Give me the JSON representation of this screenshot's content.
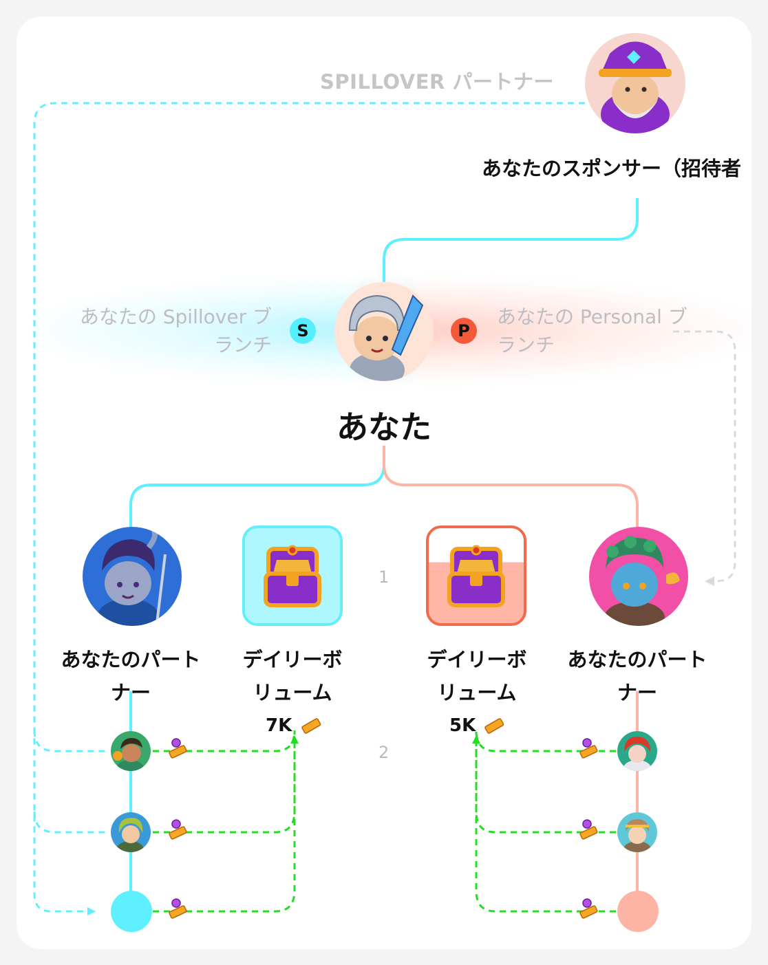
{
  "labels": {
    "spillover_partner": "SPILLOVER パートナー",
    "sponsor": "あなたのスポンサー（招待者",
    "you": "あなた",
    "spillover_branch_line1": "あなたの Spillover ブ",
    "spillover_branch_line2": "ランチ",
    "personal_branch_line1": "あなたの Personal ブ",
    "personal_branch_line2": "ランチ",
    "badge_s": "S",
    "badge_p": "P",
    "left_partner_line1": "あなたのパート",
    "left_partner_line2": "ナー",
    "right_partner_line1": "あなたのパート",
    "right_partner_line2": "ナー",
    "daily_volume_left_line1": "デイリーボ",
    "daily_volume_left_line2": "リューム",
    "daily_volume_right_line1": "デイリーボ",
    "daily_volume_right_line2": "リューム",
    "volume_left": "7K",
    "volume_right": "5K",
    "row1": "1",
    "row2": "2"
  },
  "icons": {
    "sponsor_avatar": "wizard-avatar-icon",
    "you_avatar": "knight-avatar-icon",
    "left_partner_avatar": "dark-elf-avatar-icon",
    "right_partner_avatar": "medusa-avatar-icon",
    "chest": "treasure-chest-icon",
    "gold": "gold-bars-icon",
    "gem": "gem-icon"
  },
  "colors": {
    "spillover": "#5ef0ff",
    "personal": "#fdb4a4",
    "volume_flow": "#22dd22",
    "badge_s": "#55eeff",
    "badge_p": "#f45a3a"
  }
}
